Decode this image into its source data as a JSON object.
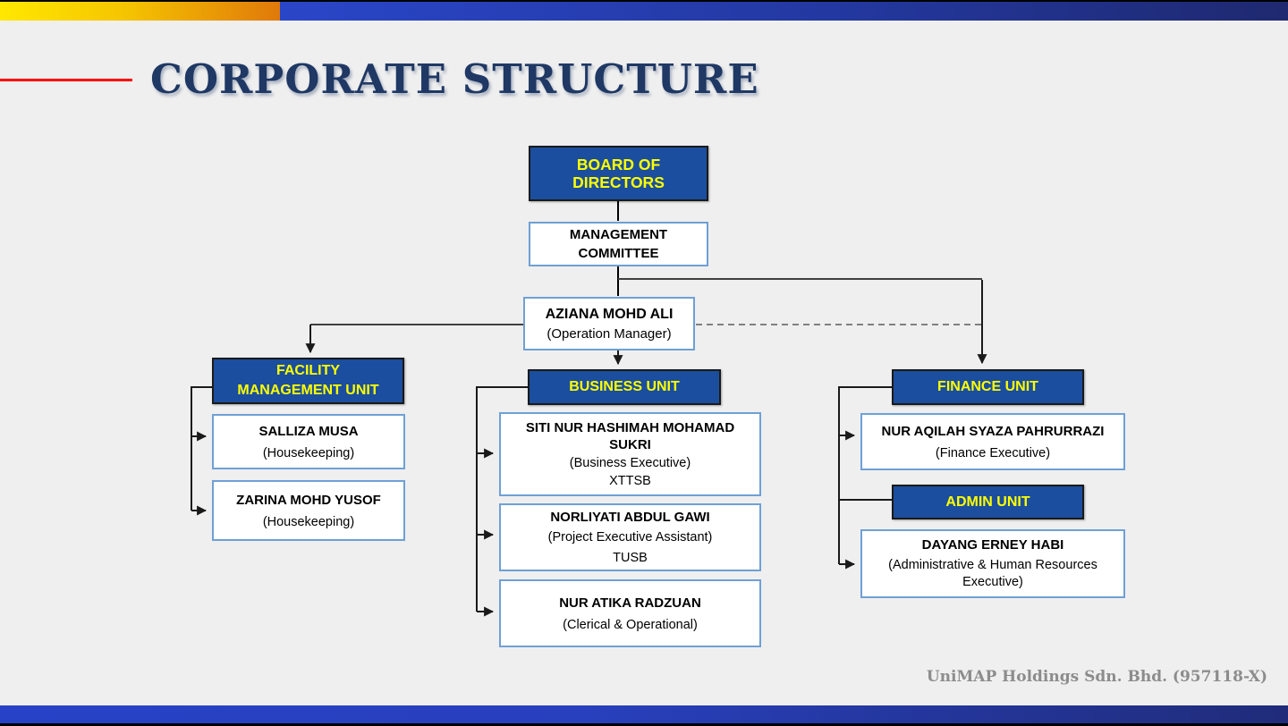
{
  "header": {
    "title": "CORPORATE STRUCTURE"
  },
  "chart": {
    "board": {
      "label": "BOARD OF DIRECTORS"
    },
    "committee": {
      "label": "MANAGEMENT\nCOMMITTEE"
    },
    "manager": {
      "name": "AZIANA MOHD ALI",
      "role": "(Operation Manager)"
    },
    "units": [
      {
        "title": "FACILITY\nMANAGEMENT UNIT",
        "members": [
          {
            "name": "SALLIZA MUSA",
            "role": "(Housekeeping)"
          },
          {
            "name": "ZARINA MOHD YUSOF",
            "role": "(Housekeeping)"
          }
        ]
      },
      {
        "title": "BUSINESS UNIT",
        "members": [
          {
            "name": "SITI NUR HASHIMAH MOHAMAD\nSUKRI",
            "role": "(Business Executive)",
            "org": "XTTSB"
          },
          {
            "name": "NORLIYATI ABDUL GAWI",
            "role": "(Project Executive Assistant)",
            "org": "TUSB"
          },
          {
            "name": "NUR ATIKA RADZUAN",
            "role": "(Clerical & Operational)"
          }
        ]
      },
      {
        "title": "FINANCE UNIT",
        "members": [
          {
            "name": "NUR AQILAH SYAZA PAHRURRAZI",
            "role": "(Finance Executive)"
          }
        ]
      },
      {
        "title": "ADMIN UNIT",
        "members": [
          {
            "name": "DAYANG ERNEY HABI",
            "role": "(Administrative & Human Resources\nExecutive)"
          }
        ]
      }
    ]
  },
  "footer": {
    "company": "UniMAP Holdings Sdn. Bhd. (957118-X)"
  },
  "colors": {
    "background": "#EFEFEF",
    "unit_box_fill": "#1B4E9E",
    "unit_box_text": "#FFFF00",
    "member_border": "#6FA0D5",
    "title_navy": "#1F3864",
    "accent_red": "#FF0000",
    "bar_yellow": "#FFE800",
    "bar_orange": "#E0790A",
    "bar_blue": "#2A46C8",
    "bar_navy": "#1F2970"
  }
}
